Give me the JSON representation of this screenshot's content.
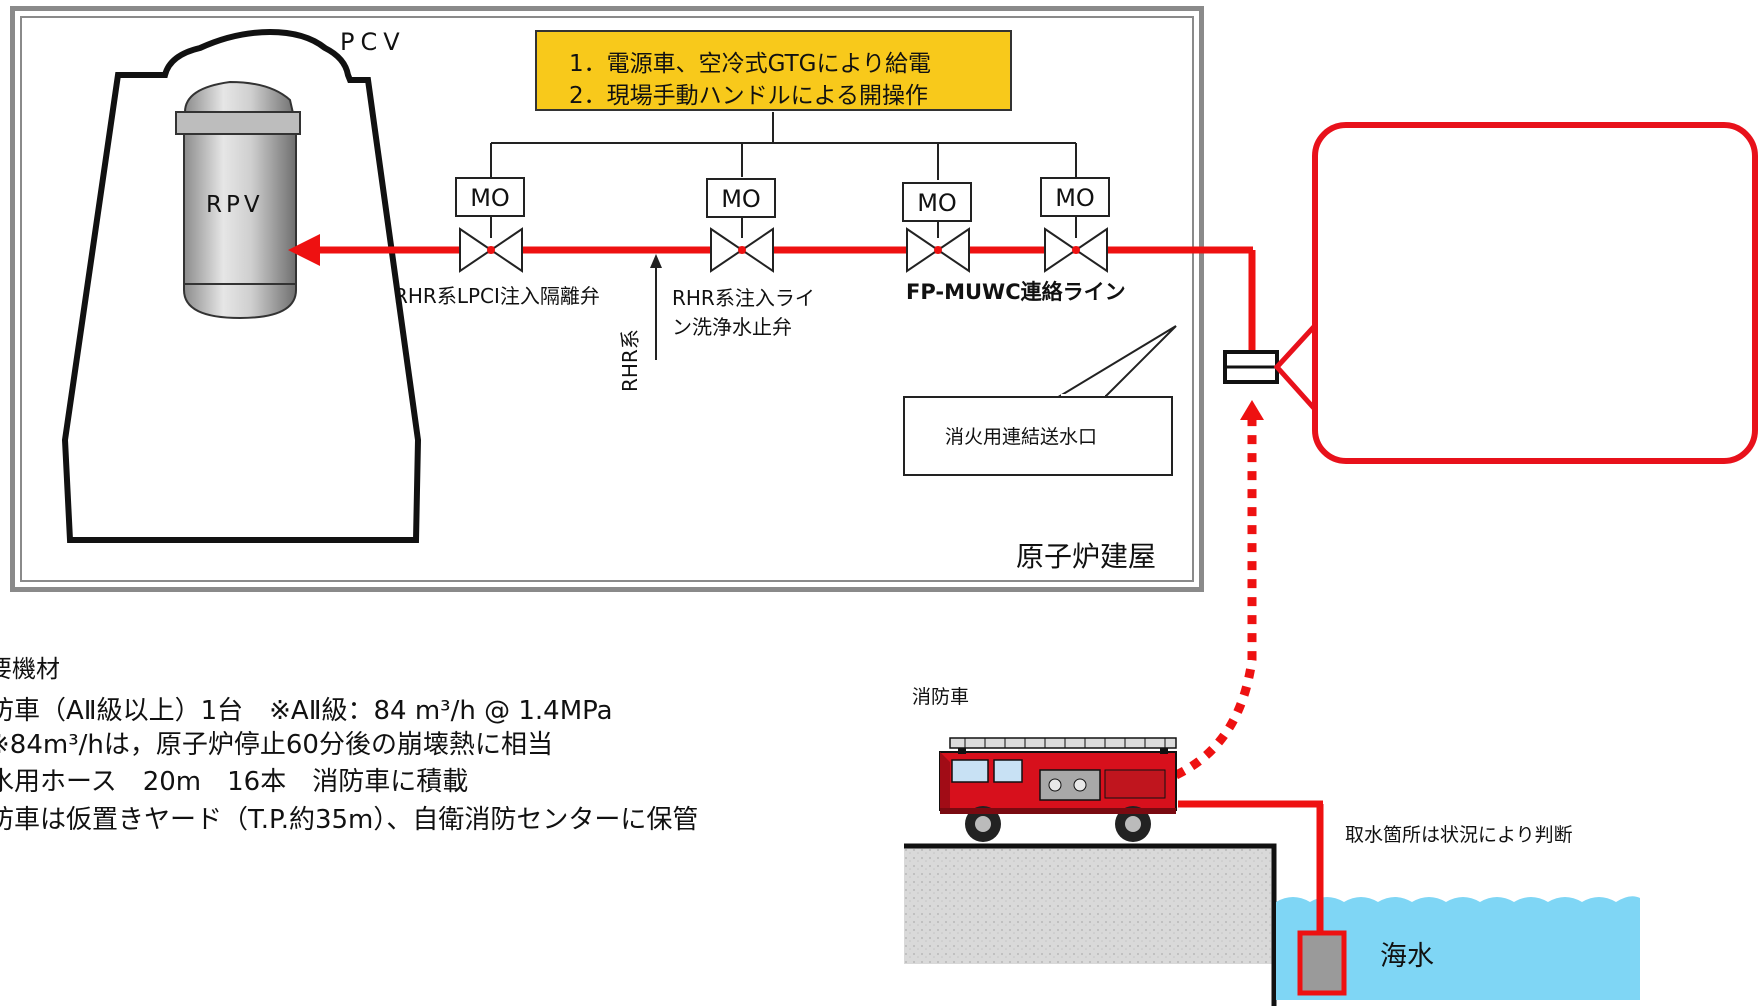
{
  "building": {
    "pcv_label": "PCV",
    "rpv_label": "RPV",
    "building_label": "原子炉建屋"
  },
  "note": {
    "line1": "1．電源車、空冷式GTGにより給電",
    "line2": "2．現場手動ハンドルによる開操作"
  },
  "valves": [
    {
      "mo": "MO",
      "label_lines": [
        "RHR系LPCI注入隔離弁"
      ]
    },
    {
      "mo": "MO",
      "label_lines": [
        "RHR系注入ライ",
        "ン洗浄水止弁"
      ]
    },
    {
      "mo": "MO",
      "label_lines": []
    },
    {
      "mo": "MO",
      "label_lines": []
    }
  ],
  "line_labels": {
    "fp_muwc": "FP-MUWC連絡ライン",
    "rhr_system": "RHR系"
  },
  "callout": {
    "text": "消火用連結送水口"
  },
  "truck": {
    "label": "消防車"
  },
  "water": {
    "intake_note": "取水箇所は状況により判断",
    "sea_label": "海水"
  },
  "equipment": {
    "heading": "要機材",
    "lines": [
      "防車（AⅡ級以上）1台　※AⅡ級：84 m³/h @ 1.4MPa",
      "※84m³/hは，原子炉停止60分後の崩壊熱に相当",
      "水用ホース　20m　16本　消防車に積載",
      "防車は仮置きヤード（T.P.約35m）、自衛消防センターに保管"
    ]
  },
  "colors": {
    "pipe": "#ee1111",
    "note_fill": "#f8c91b",
    "sea": "#7fd6f5",
    "frame": "#8a8a8a"
  }
}
